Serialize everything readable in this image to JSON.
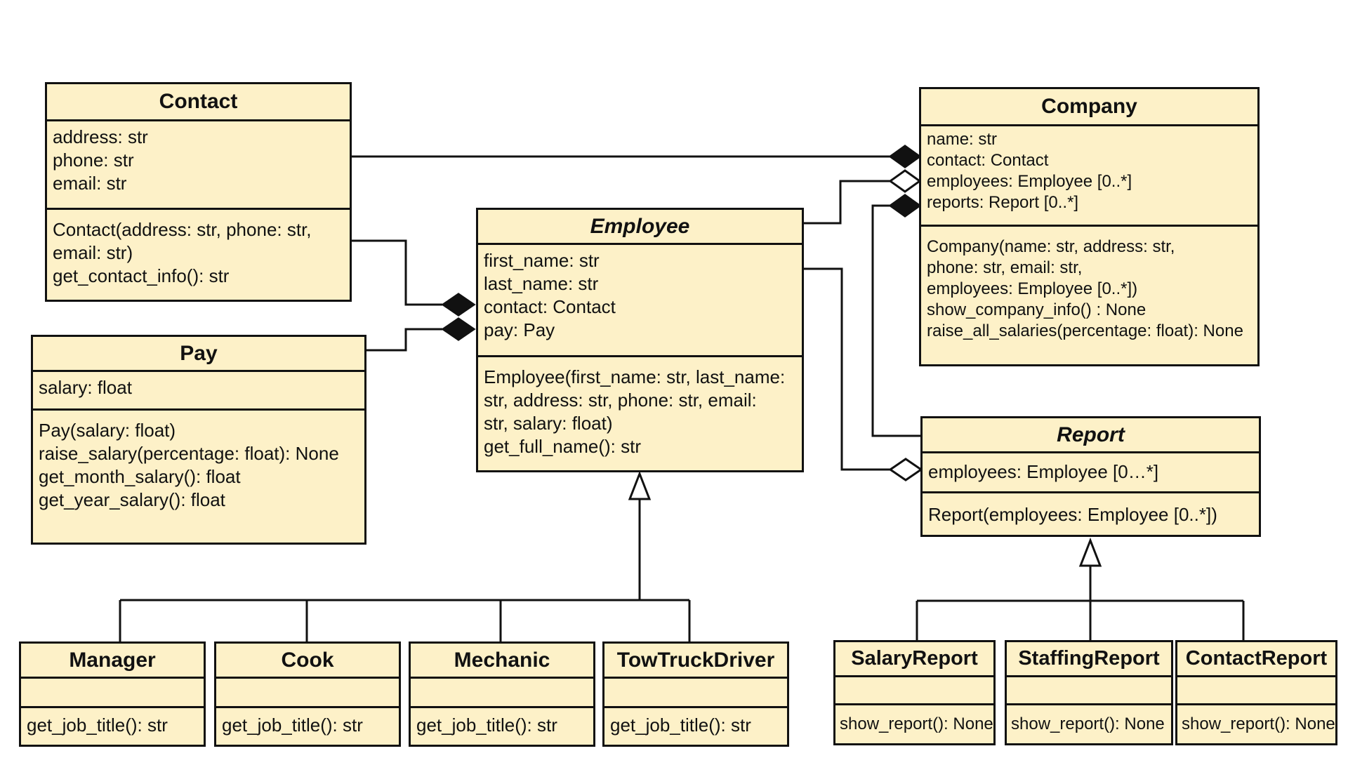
{
  "diagram": {
    "classes": {
      "contact": {
        "name": "Contact",
        "abstract": false,
        "attributes": [
          "address: str",
          "phone: str",
          "email: str"
        ],
        "operations": [
          "Contact(address: str, phone: str,",
          "email: str)",
          "get_contact_info(): str"
        ]
      },
      "pay": {
        "name": "Pay",
        "abstract": false,
        "attributes": [
          "salary: float"
        ],
        "operations": [
          "Pay(salary: float)",
          "raise_salary(percentage: float): None",
          "get_month_salary(): float",
          "get_year_salary(): float"
        ]
      },
      "employee": {
        "name": "Employee",
        "abstract": true,
        "attributes": [
          "first_name: str",
          "last_name: str",
          "contact: Contact",
          "pay: Pay"
        ],
        "operations": [
          "Employee(first_name: str, last_name:",
          "str, address: str, phone: str, email:",
          "str,  salary: float)",
          "get_full_name(): str"
        ]
      },
      "company": {
        "name": "Company",
        "abstract": false,
        "attributes": [
          "name: str",
          "contact: Contact",
          "employees: Employee [0..*]",
          "reports: Report [0..*]"
        ],
        "operations": [
          "Company(name: str, address: str,",
          "phone: str, email: str,",
          "employees: Employee [0..*])",
          "show_company_info() : None",
          "raise_all_salaries(percentage: float): None"
        ]
      },
      "report": {
        "name": "Report",
        "abstract": true,
        "attributes": [
          "employees: Employee [0…*]"
        ],
        "operations": [
          "Report(employees: Employee [0..*])"
        ]
      },
      "manager": {
        "name": "Manager",
        "abstract": false,
        "attributes": [],
        "operations": [
          "get_job_title(): str"
        ]
      },
      "cook": {
        "name": "Cook",
        "abstract": false,
        "attributes": [],
        "operations": [
          "get_job_title(): str"
        ]
      },
      "mechanic": {
        "name": "Mechanic",
        "abstract": false,
        "attributes": [],
        "operations": [
          "get_job_title(): str"
        ]
      },
      "tow_truck_driver": {
        "name": "TowTruckDriver",
        "abstract": false,
        "attributes": [],
        "operations": [
          "get_job_title(): str"
        ]
      },
      "salary_report": {
        "name": "SalaryReport",
        "abstract": false,
        "attributes": [],
        "operations": [
          "show_report(): None"
        ]
      },
      "staffing_report": {
        "name": "StaffingReport",
        "abstract": false,
        "attributes": [],
        "operations": [
          "show_report(): None"
        ]
      },
      "contact_report": {
        "name": "ContactReport",
        "abstract": false,
        "attributes": [],
        "operations": [
          "show_report(): None"
        ]
      }
    },
    "relationships": [
      {
        "type": "composition",
        "whole": "company",
        "part": "contact"
      },
      {
        "type": "aggregation",
        "whole": "company",
        "part": "employee"
      },
      {
        "type": "composition",
        "whole": "company",
        "part": "report"
      },
      {
        "type": "composition",
        "whole": "employee",
        "part": "contact"
      },
      {
        "type": "composition",
        "whole": "employee",
        "part": "pay"
      },
      {
        "type": "aggregation",
        "whole": "report",
        "part": "employee"
      },
      {
        "type": "generalization",
        "parent": "employee",
        "children": [
          "manager",
          "cook",
          "mechanic",
          "tow_truck_driver"
        ]
      },
      {
        "type": "generalization",
        "parent": "report",
        "children": [
          "salary_report",
          "staffing_report",
          "contact_report"
        ]
      }
    ],
    "colors": {
      "class_fill": "#fdf1c8",
      "line": "#111111"
    }
  }
}
